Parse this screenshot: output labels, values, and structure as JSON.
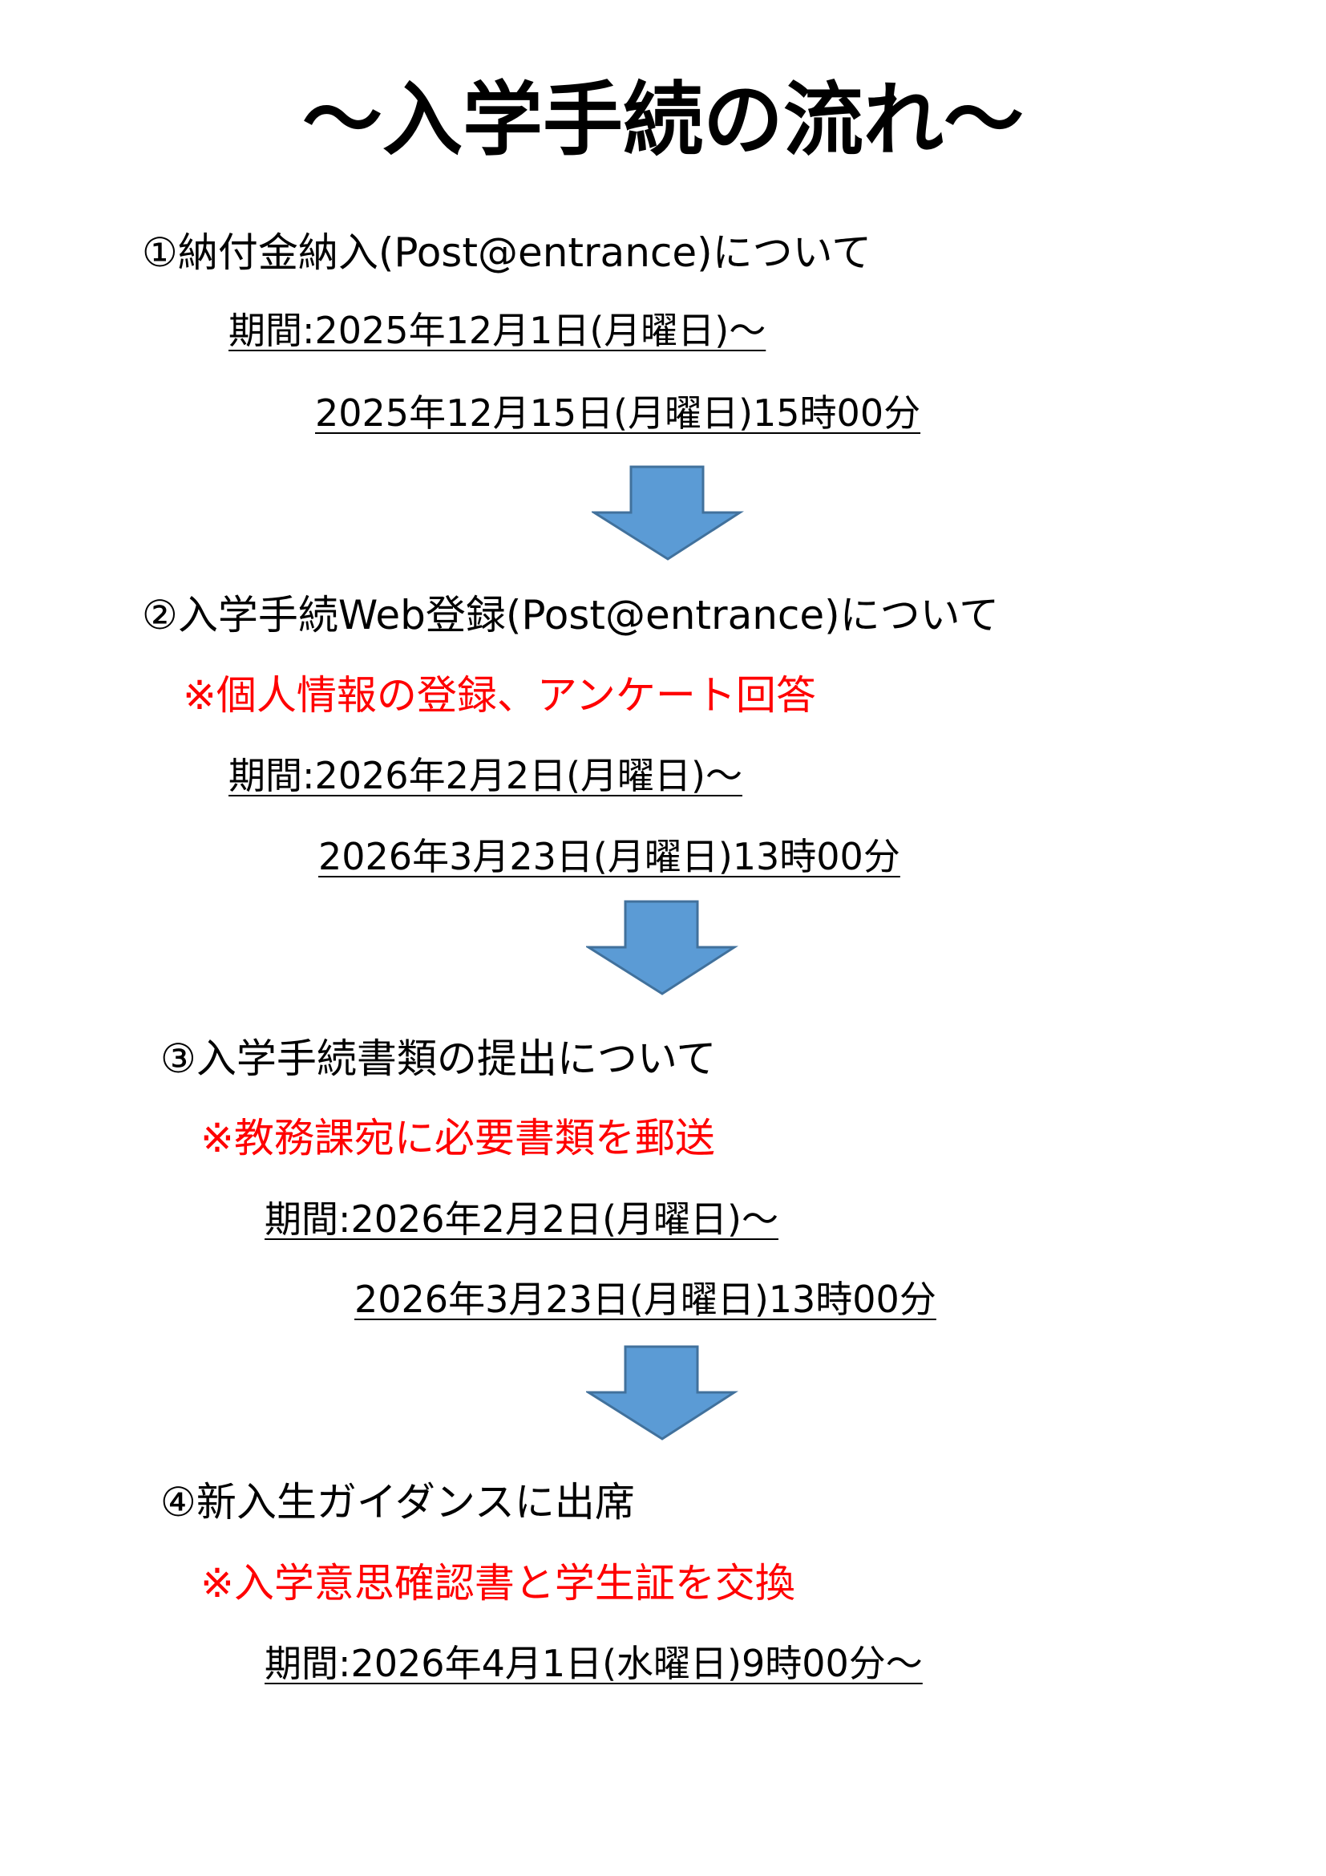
{
  "title": "～入学手続の流れ～",
  "steps": [
    {
      "heading": "①納付金納入(Post@entrance)について",
      "period_start": "期間:2025年12月1日(月曜日)～",
      "period_end": "2025年12月15日(月曜日)15時00分"
    },
    {
      "heading": "②入学手続Web登録(Post@entrance)について",
      "note": "※個人情報の登録、アンケート回答",
      "period_start": "期間:2026年2月2日(月曜日)～",
      "period_end": "2026年3月23日(月曜日)13時00分"
    },
    {
      "heading": "③入学手続書類の提出について",
      "note": "※教務課宛に必要書類を郵送",
      "period_start": "期間:2026年2月2日(月曜日)～",
      "period_end": "2026年3月23日(月曜日)13時00分"
    },
    {
      "heading": "④新入生ガイダンスに出席",
      "note": "※入学意思確認書と学生証を交換",
      "period_start": "期間:2026年4月1日(水曜日)9時00分～"
    }
  ],
  "colors": {
    "note": "#ff0000",
    "arrow_fill": "#5b9bd5",
    "arrow_stroke": "#41719c"
  }
}
